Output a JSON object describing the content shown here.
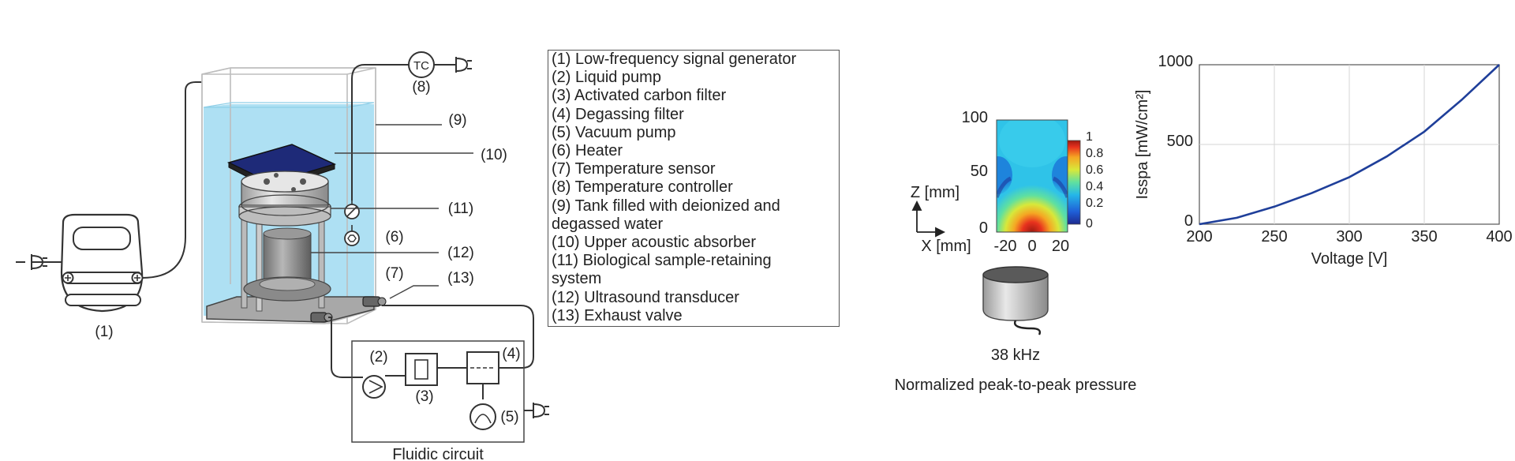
{
  "apparatus": {
    "callouts": [
      "(1)",
      "(2)",
      "(3)",
      "(4)",
      "(5)",
      "(6)",
      "(7)",
      "(8)",
      "(9)",
      "(10)",
      "(11)",
      "(12)",
      "(13)"
    ],
    "tc_label": "TC",
    "circuit_label": "Fluidic circuit"
  },
  "legend": {
    "items": [
      "(1) Low-frequency signal generator",
      "(2) Liquid pump",
      "(3) Activated carbon filter",
      "(4) Degassing filter",
      "(5) Vacuum pump",
      "(6) Heater",
      "(7) Temperature sensor",
      "(8) Temperature controller",
      "(9) Tank filled with deionized and degassed water",
      "(10) Upper acoustic absorber",
      "(11) Biological sample-retaining system",
      "(12) Ultrasound transducer",
      "(13) Exhaust valve"
    ]
  },
  "pressure_map": {
    "z_label": "Z [mm]",
    "x_label": "X [mm]",
    "z_ticks": [
      "100",
      "50",
      "0"
    ],
    "x_ticks": [
      "-20",
      "0",
      "20"
    ],
    "colorbar_ticks": [
      "1",
      "0.8",
      "0.6",
      "0.4",
      "0.2",
      "0"
    ],
    "frequency": "38 kHz",
    "caption": "Normalized peak-to-peak pressure"
  },
  "chart_data": {
    "type": "line",
    "xlabel": "Voltage [V]",
    "ylabel": "Isspa [mW/cm²]",
    "xlim": [
      200,
      400
    ],
    "ylim": [
      0,
      1000
    ],
    "x_ticks": [
      200,
      250,
      300,
      350,
      400
    ],
    "y_ticks": [
      0,
      500,
      1000
    ],
    "grid": true,
    "series": [
      {
        "color": "#1f3f9a",
        "x": [
          200,
          225,
          250,
          275,
          300,
          325,
          350,
          375,
          400
        ],
        "y": [
          0,
          40,
          110,
          195,
          295,
          425,
          580,
          780,
          1000
        ]
      }
    ]
  }
}
